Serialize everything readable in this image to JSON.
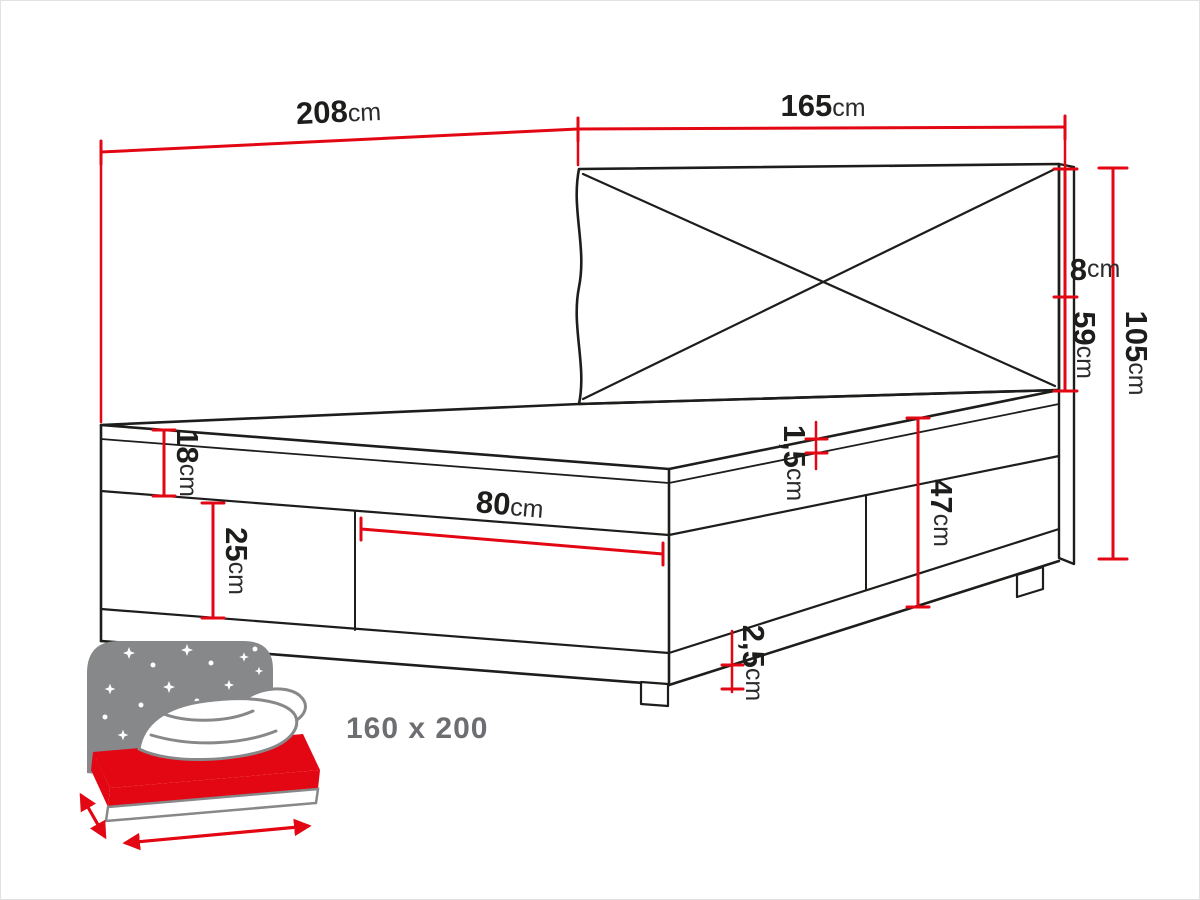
{
  "figure": {
    "type": "bed-dimension-diagram",
    "size_label": "160 x 200",
    "dims": {
      "length": {
        "value": "208",
        "unit": "cm"
      },
      "width": {
        "value": "165",
        "unit": "cm"
      },
      "headboard_top": {
        "value": "8",
        "unit": "cm"
      },
      "headboard_lower": {
        "value": "59",
        "unit": "cm"
      },
      "total_height": {
        "value": "105",
        "unit": "cm"
      },
      "mattress": {
        "value": "18",
        "unit": "cm"
      },
      "box": {
        "value": "25",
        "unit": "cm"
      },
      "half_width": {
        "value": "80",
        "unit": "cm"
      },
      "topper_edge": {
        "value": "1,5",
        "unit": "cm"
      },
      "side_height": {
        "value": "47",
        "unit": "cm"
      },
      "leg": {
        "value": "2,5",
        "unit": "cm"
      }
    },
    "colors": {
      "dimension_red": "#e30613",
      "outline_black": "#1d1d1b",
      "icon_gray": "#87888a",
      "size_label_gray": "#6d6e71"
    }
  }
}
